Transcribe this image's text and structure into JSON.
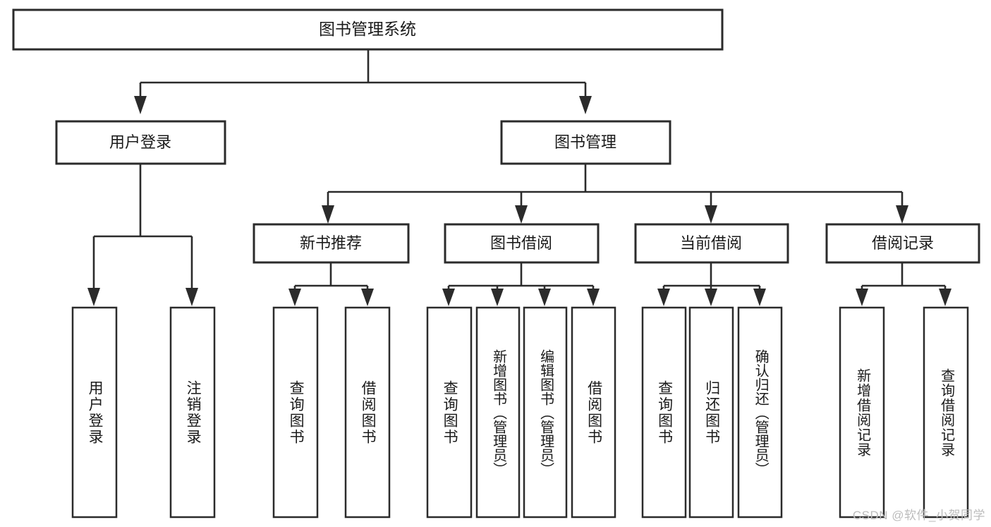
{
  "diagram": {
    "type": "tree",
    "title": "图书管理系统",
    "orientation": "top-down",
    "root": {
      "id": "root",
      "label": "图书管理系统"
    },
    "level1": [
      {
        "id": "user-login",
        "label": "用户登录"
      },
      {
        "id": "book-manage",
        "label": "图书管理"
      }
    ],
    "level2": [
      {
        "id": "new-book-recommend",
        "label": "新书推荐",
        "parent": "book-manage"
      },
      {
        "id": "book-borrow",
        "label": "图书借阅",
        "parent": "book-manage"
      },
      {
        "id": "current-borrow",
        "label": "当前借阅",
        "parent": "book-manage"
      },
      {
        "id": "borrow-record",
        "label": "借阅记录",
        "parent": "book-manage"
      }
    ],
    "leaves": [
      {
        "id": "leaf-user-login",
        "label": "用户登录",
        "parent": "user-login"
      },
      {
        "id": "leaf-logout",
        "label": "注销登录",
        "parent": "user-login"
      },
      {
        "id": "leaf-query-book-rec",
        "label": "查询图书",
        "parent": "new-book-recommend"
      },
      {
        "id": "leaf-borrow-book-rec",
        "label": "借阅图书",
        "parent": "new-book-recommend"
      },
      {
        "id": "leaf-query-book-borrow",
        "label": "查询图书",
        "parent": "book-borrow"
      },
      {
        "id": "leaf-add-book",
        "label": "新增图书（管理员）",
        "parent": "book-borrow"
      },
      {
        "id": "leaf-edit-book",
        "label": "编辑图书（管理员）",
        "parent": "book-borrow"
      },
      {
        "id": "leaf-borrow-book",
        "label": "借阅图书",
        "parent": "book-borrow"
      },
      {
        "id": "leaf-query-book-current",
        "label": "查询图书",
        "parent": "current-borrow"
      },
      {
        "id": "leaf-return-book",
        "label": "归还图书",
        "parent": "current-borrow"
      },
      {
        "id": "leaf-confirm-return",
        "label": "确认归还（管理员）",
        "parent": "current-borrow"
      },
      {
        "id": "leaf-add-record",
        "label": "新增借阅记录",
        "parent": "borrow-record"
      },
      {
        "id": "leaf-query-record",
        "label": "查询借阅记录",
        "parent": "borrow-record"
      }
    ]
  },
  "watermark": {
    "text": "CSDN @软件_小贺同学"
  },
  "colors": {
    "box_stroke": "#2b2b2b",
    "box_fill": "#ffffff",
    "text": "#1a1a1a",
    "background": "#ffffff",
    "watermark": "#bcbcbc"
  }
}
